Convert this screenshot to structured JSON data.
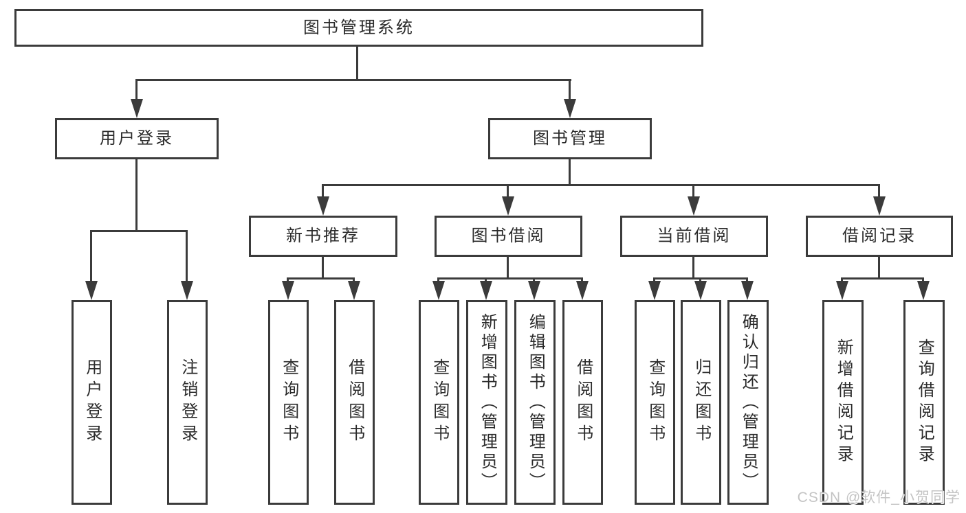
{
  "tree": {
    "label": "图书管理系统",
    "children": [
      {
        "label": "用户登录",
        "children": [
          {
            "label": "用户登录"
          },
          {
            "label": "注销登录"
          }
        ]
      },
      {
        "label": "图书管理",
        "children": [
          {
            "label": "新书推荐",
            "children": [
              {
                "label": "查询图书"
              },
              {
                "label": "借阅图书"
              }
            ]
          },
          {
            "label": "图书借阅",
            "children": [
              {
                "label": "查询图书"
              },
              {
                "label": "新增图书（管理员）"
              },
              {
                "label": "编辑图书（管理员）"
              },
              {
                "label": "借阅图书"
              }
            ]
          },
          {
            "label": "当前借阅",
            "children": [
              {
                "label": "查询图书"
              },
              {
                "label": "归还图书"
              },
              {
                "label": "确认归还（管理员）"
              }
            ]
          },
          {
            "label": "借阅记录",
            "children": [
              {
                "label": "新增借阅记录"
              },
              {
                "label": "查询借阅记录"
              }
            ]
          }
        ]
      }
    ]
  },
  "watermark": {
    "text": "CSDN @软件_小贺同学"
  },
  "colors": {
    "line": "#3b3b3b",
    "text": "#2b2b2b",
    "watermark_text": "#c4c4c4",
    "background": "#ffffff"
  }
}
